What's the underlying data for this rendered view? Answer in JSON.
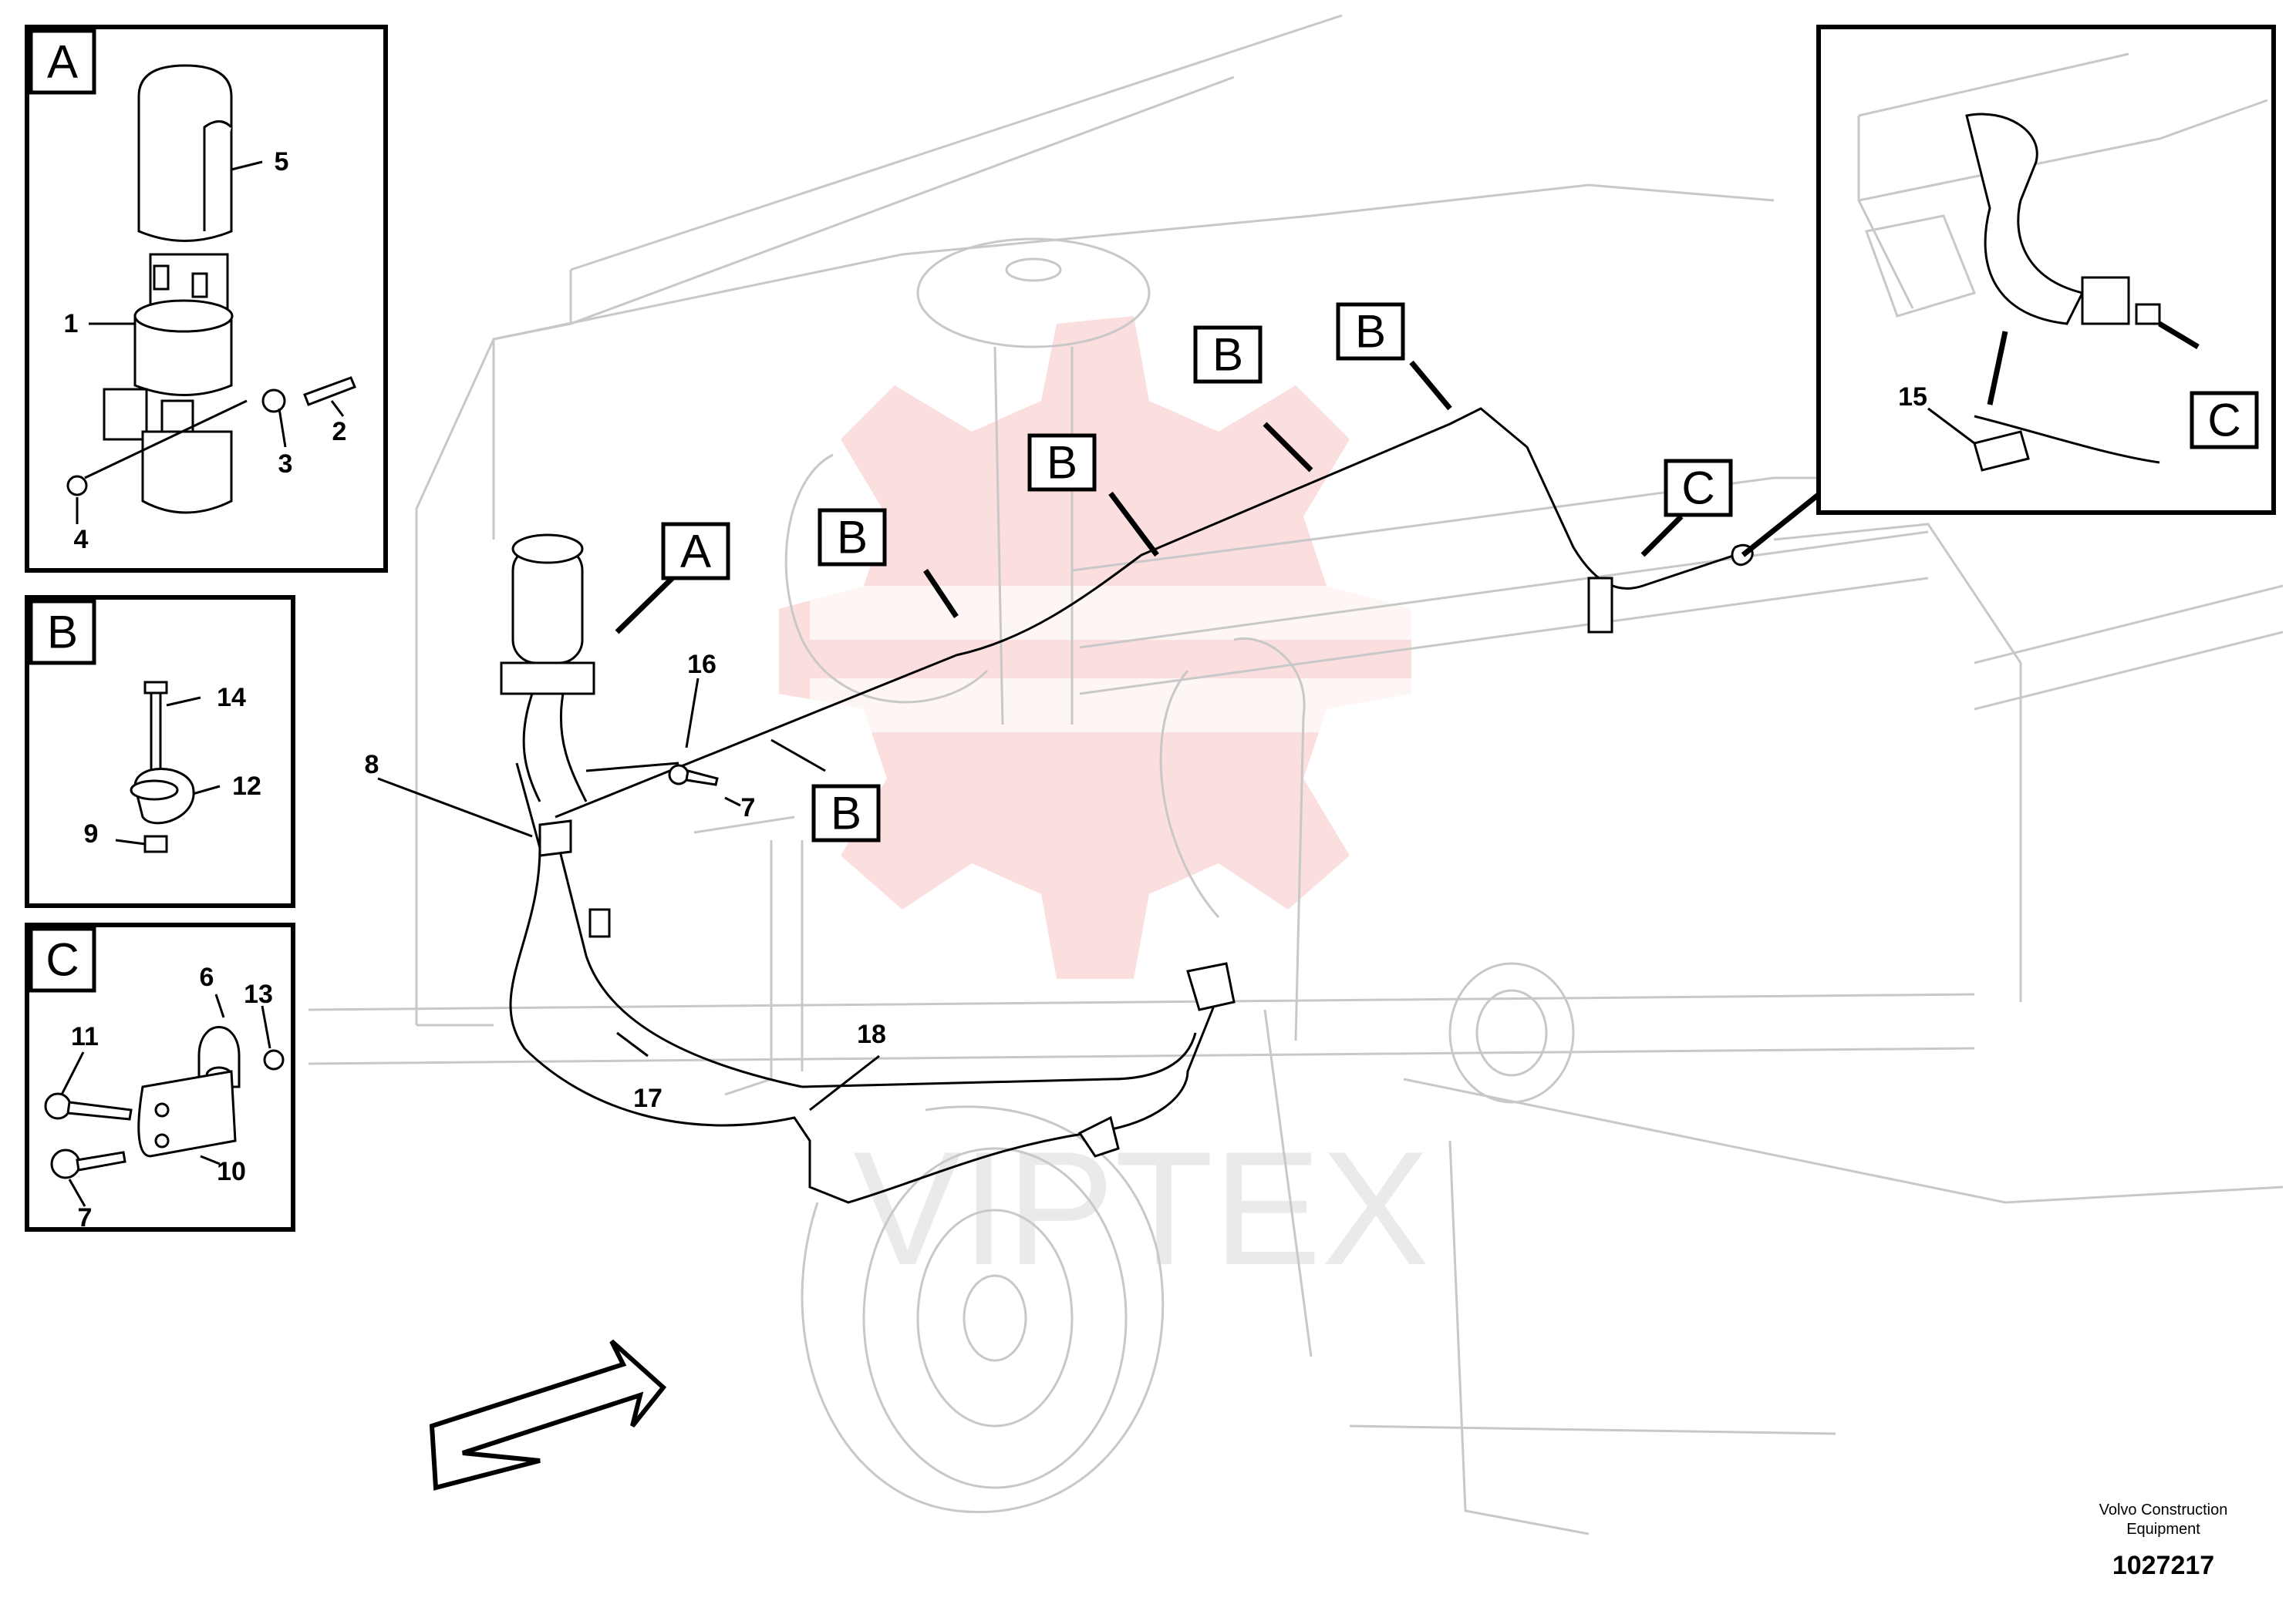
{
  "insets": {
    "A": {
      "label": "A",
      "parts": [
        "5",
        "1",
        "2",
        "3",
        "4"
      ]
    },
    "B": {
      "label": "B",
      "parts": [
        "14",
        "12",
        "9"
      ]
    },
    "C": {
      "label": "C",
      "parts": [
        "6",
        "13",
        "11",
        "7",
        "10"
      ]
    },
    "detail": {
      "label": "C",
      "parts": [
        "15"
      ]
    }
  },
  "main_labels": {
    "callout_A": "A",
    "callout_B": [
      "B",
      "B",
      "B",
      "B",
      "B"
    ],
    "callout_C": "C",
    "parts": [
      "16",
      "8",
      "7",
      "17",
      "18"
    ]
  },
  "watermark": "VIPTEX",
  "footer": {
    "company_line1": "Volvo Construction",
    "company_line2": "Equipment",
    "drawing_number": "1027217"
  },
  "colors": {
    "watermark": "#f5b5b5",
    "line": "#000000",
    "ghost": "#c8c8c8"
  }
}
